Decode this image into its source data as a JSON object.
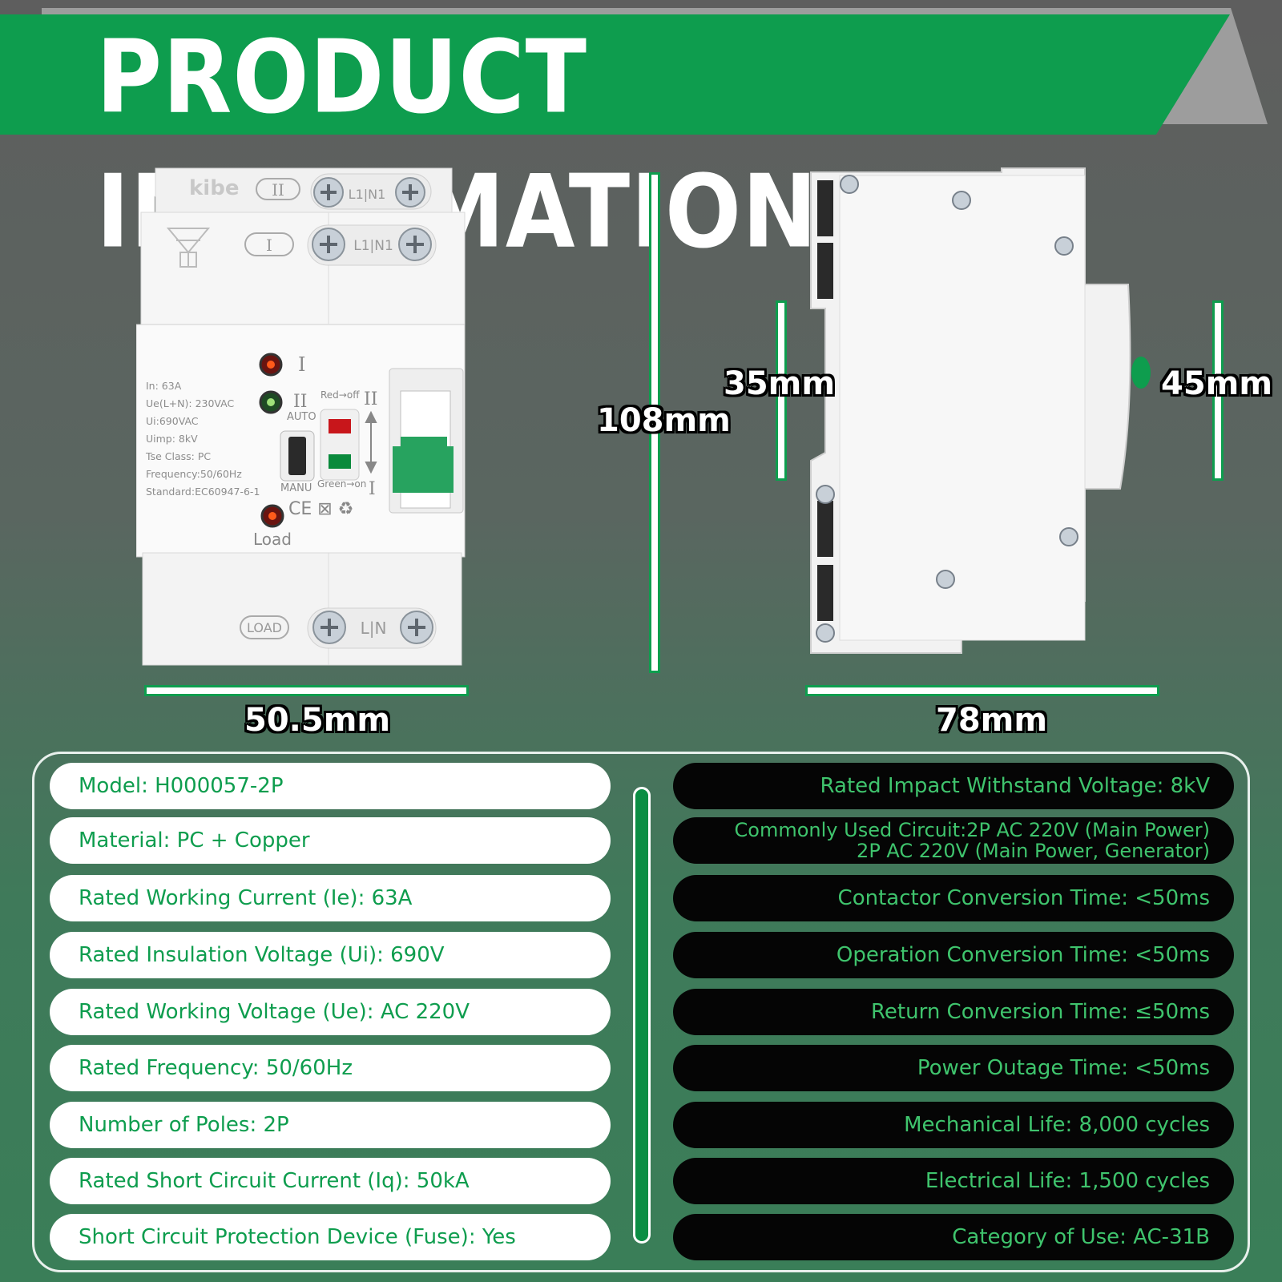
{
  "header": {
    "title": "PRODUCT INFORMATION"
  },
  "colors": {
    "brand_green": "#0e9d4e",
    "spec_text_green": "#3fc46d",
    "pill_dark": "#050505"
  },
  "dimensions": {
    "height": "108mm",
    "width_front": "50.5mm",
    "depth_side": "78mm",
    "rail_35": "35mm",
    "rail_45": "45mm"
  },
  "device_front": {
    "brand": "kibe",
    "source_2": "II",
    "source_1": "I",
    "terminal_top": "L1|N1",
    "terminal_mid": "L1|N1",
    "ind_1": "I",
    "ind_2": "II",
    "auto": "AUTO",
    "manu": "MANU",
    "red_off": "Red→off",
    "green_on": "Green→on",
    "switch_top": "II",
    "switch_bottom": "I",
    "specs": [
      "In: 63A",
      "Ue(L+N): 230VAC",
      "Ui:690VAC",
      "Uimp: 8kV",
      "Tse Class: PC",
      "Frequency:50/60Hz",
      "Standard:EC60947-6-1"
    ],
    "marks": "CE ⊠ ♻",
    "load": "Load",
    "load_badge": "LOAD",
    "terminal_bottom": "L|N"
  },
  "specs_left": [
    "Model: H000057-2P",
    "Material: PC + Copper",
    "Rated Working Current (Ie): 63A",
    "Rated Insulation Voltage (Ui): 690V",
    "Rated Working Voltage (Ue): AC 220V",
    "Rated Frequency: 50/60Hz",
    "Number of Poles: 2P",
    "Rated Short Circuit Current (Iq): 50kA",
    "Short Circuit Protection Device (Fuse): Yes"
  ],
  "specs_right": [
    "Rated Impact Withstand Voltage: 8kV",
    "Commonly Used Circuit:2P AC 220V (Main Power)",
    "2P AC 220V (Main Power, Generator)",
    "Contactor Conversion Time: <50ms",
    "Operation Conversion Time: <50ms",
    "Return Conversion Time: ≤50ms",
    "Power Outage Time: <50ms",
    "Mechanical Life: 8,000 cycles",
    "Electrical Life: 1,500 cycles",
    "Category of Use: AC-31B"
  ]
}
